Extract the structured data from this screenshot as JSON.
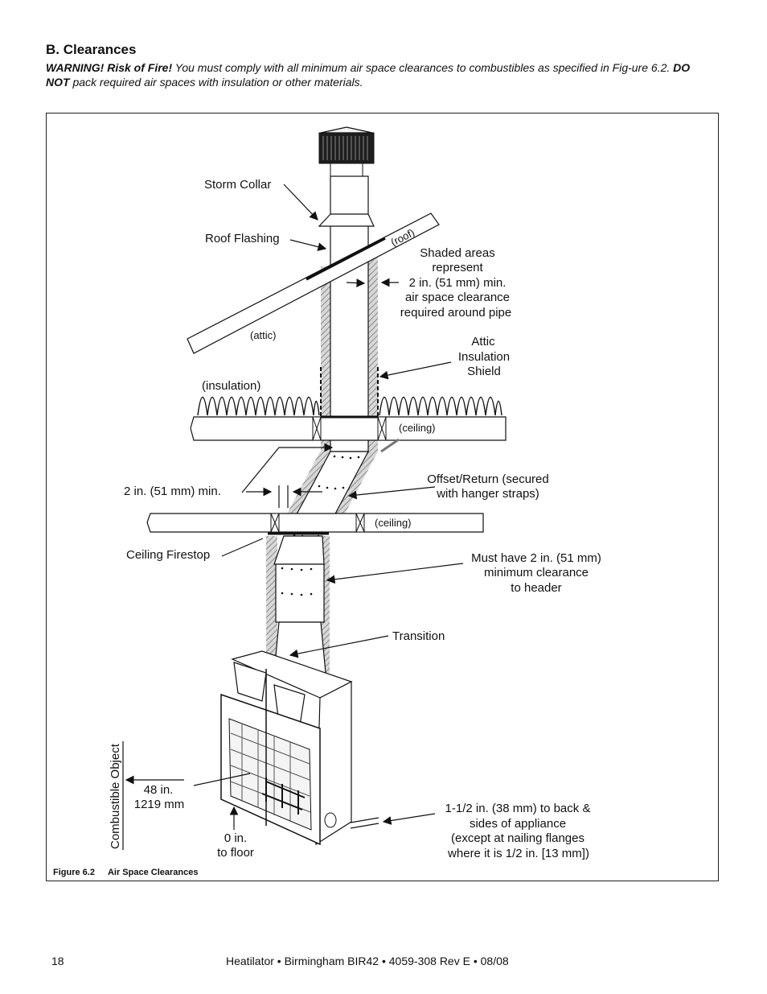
{
  "section": {
    "heading": "B. Clearances",
    "warning_bold": "WARNING! Risk of Fire!",
    "warning_text_1": "You must comply with all minimum air space clearances to combustibles as specified in Fig-ure 6.2.",
    "warning_bold_2": "DO NOT",
    "warning_text_2": "pack required air spaces with insulation or other materials."
  },
  "figure": {
    "labels": {
      "storm_collar": "Storm Collar",
      "roof_flashing": "Roof Flashing",
      "roof": "(roof)",
      "attic": "(attic)",
      "shaded_1": "Shaded areas",
      "shaded_2": "represent",
      "shaded_3": "2 in. (51 mm) min.",
      "shaded_4": "air space clearance",
      "shaded_5": "required around pipe",
      "shield_1": "Attic",
      "shield_2": "Insulation",
      "shield_3": "Shield",
      "insulation": "(insulation)",
      "ceiling_upper": "(ceiling)",
      "offset_1": "Offset/Return (secured",
      "offset_2": "with hanger straps)",
      "min_clear": "2 in. (51 mm) min.",
      "ceiling_lower": "(ceiling)",
      "firestop": "Ceiling Firestop",
      "header_1": "Must have 2 in. (51 mm)",
      "header_2": "minimum clearance",
      "header_3": "to header",
      "transition": "Transition",
      "combustible": "Combustible Object",
      "dist_1": "48 in.",
      "dist_2": "1219 mm",
      "floor_1": "0 in.",
      "floor_2": "to floor",
      "back_1": "1-1/2 in. (38 mm) to back &",
      "back_2": "sides of appliance",
      "back_3": "(except at nailing flanges",
      "back_4": "where it is 1/2 in. [13 mm])"
    },
    "caption_number": "Figure 6.2",
    "caption_title": "Air Space Clearances"
  },
  "footer": {
    "page_number": "18",
    "document": "Heatilator • Birmingham BIR42 • 4059-308 Rev E • 08/08"
  }
}
